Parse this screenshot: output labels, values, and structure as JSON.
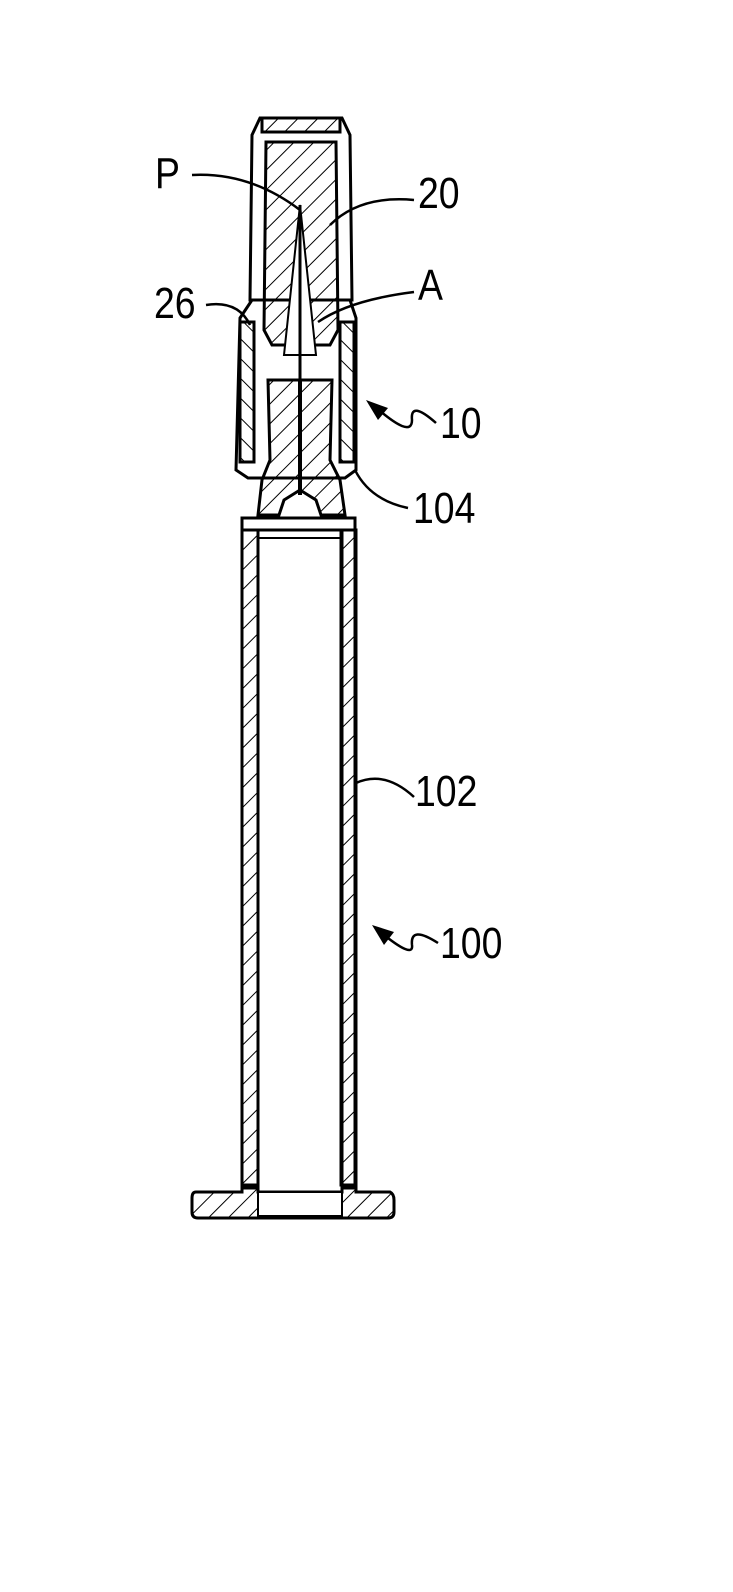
{
  "figure": {
    "type": "patent-drawing",
    "subject": "syringe with needle shield",
    "ink_color": "#000000",
    "background": "#ffffff"
  },
  "labels": {
    "P": "P",
    "ref_20": "20",
    "ref_26": "26",
    "A": "A",
    "ref_10": "10",
    "ref_104": "104",
    "ref_102": "102",
    "ref_100": "100"
  }
}
